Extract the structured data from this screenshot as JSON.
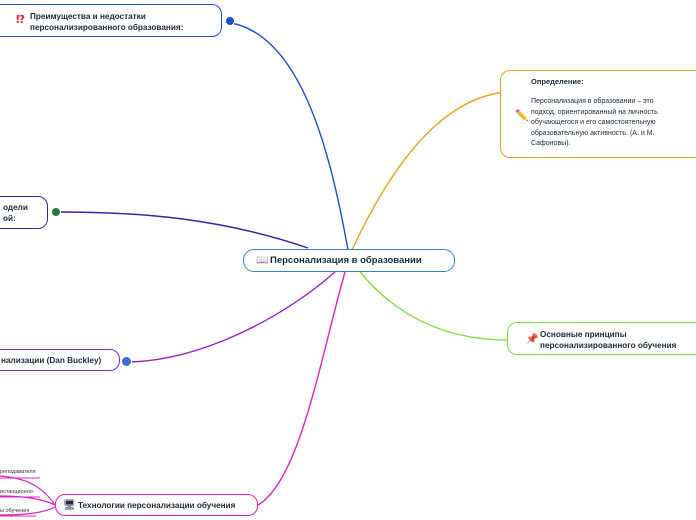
{
  "central": {
    "label": "Персонализация в образовании",
    "icon": "book-icon"
  },
  "nodes": {
    "pros_cons": {
      "title_line1": "Преимущества и недостатки",
      "title_line2": "персонализированного образования:",
      "icon": "exclamation-question-icon",
      "color": "#1a4fd6"
    },
    "definition": {
      "title": "Определение:",
      "body": [
        "Персонализация в образовании – это",
        "подход, ориентированный на личность",
        "обучающегося и его самостоятельную",
        "образовательную активность. (А. и М.",
        "Сафоновы)."
      ],
      "icon": "pencil-icon",
      "color": "#f0a020"
    },
    "models": {
      "title_line1": "одели",
      "title_line2": "ой:",
      "color": "#3a1fb5"
    },
    "principles": {
      "title_line1": "Основные принципы",
      "title_line2": "персонализированного обучения",
      "icon": "pushpin-icon",
      "color": "#7ee03a"
    },
    "buckley": {
      "title": "нализации (Dan Buckley)",
      "color": "#9b1fd0"
    },
    "technologies": {
      "title": "Технологии персонализации обучения",
      "icon": "computer-icon",
      "color": "#e020c0",
      "children": [
        "реподавателя",
        "истанционно",
        "ы обучения"
      ]
    }
  },
  "colors": {
    "central_border": "#2e86c1",
    "background": "#ffffff"
  }
}
